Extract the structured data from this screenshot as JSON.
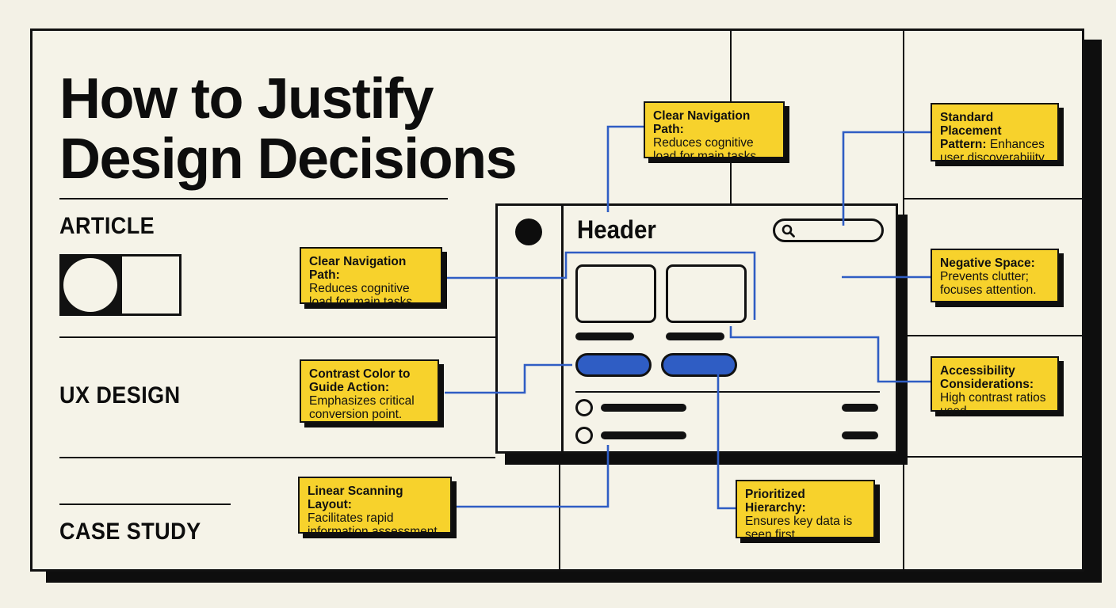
{
  "title_lines": [
    "How to Justify",
    "Design Decisions"
  ],
  "sections": {
    "article": "ARTICLE",
    "ux_design": "UX DESIGN",
    "case_study": "CASE STUDY"
  },
  "mock": {
    "header": "Header"
  },
  "notes": {
    "nav_top": {
      "title": "Clear Navigation Path:",
      "body": "Reduces cognitive load for main tasks."
    },
    "nav_left": {
      "title": "Clear Navigation Path:",
      "body": "Reduces cognitive load for main tasks."
    },
    "contrast": {
      "title": "Contrast Color to Guide Action:",
      "body": "Emphasizes critical conversion point."
    },
    "linear": {
      "title": "Linear Scanning Layout:",
      "body": "Facilitates rapid information assessment."
    },
    "placement": {
      "title": "Standard Placement Pattern:",
      "body": "Enhances user discoverabiiity."
    },
    "negative": {
      "title": "Negative Space:",
      "body": "Prevents clutter; focuses attention."
    },
    "accessibility": {
      "title": "Accessibility Considerations:",
      "body": "High contrast ratios used."
    },
    "hierarchy": {
      "title": "Prioritized Hierarchy:",
      "body": "Ensures key data is seen first."
    }
  },
  "colors": {
    "note_yellow": "#f7d22c",
    "accent_blue": "#2f5dc4",
    "ink": "#111111",
    "paper": "#f5f3e8"
  }
}
